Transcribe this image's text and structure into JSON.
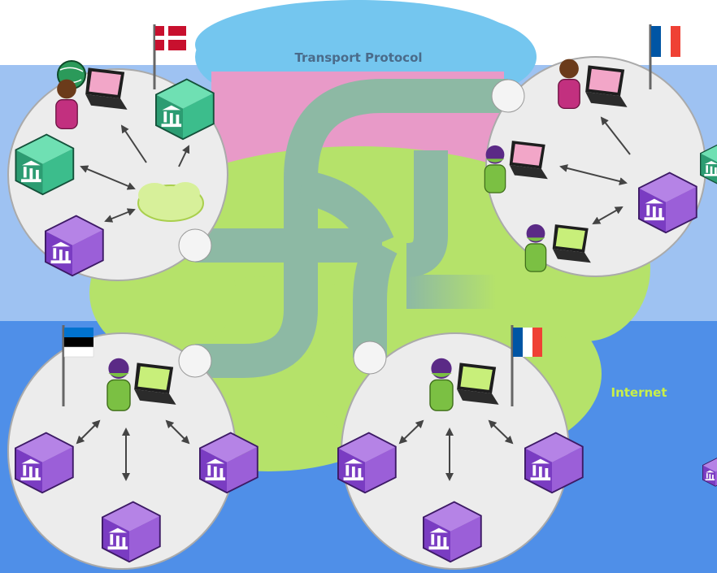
{
  "labels": {
    "transport": "Transport Protocol",
    "internet": "Internet"
  },
  "colors": {
    "sky_cloud": "#74c6ef",
    "pink_band": "#e89ac8",
    "green_cloud": "#b5e26a",
    "blue_band": "#4f8fe8",
    "pipe": "#8db9a4",
    "bubble": "#ececec",
    "bank_purple": "#8a4fc9",
    "bank_green": "#39b98a",
    "person_green": "#7bc043",
    "person_magenta": "#c2307f",
    "laptop_screen_pink": "#f2a6c8",
    "laptop_screen_green": "#c8ef7a"
  },
  "flags": [
    "denmark-flag",
    "france-flag",
    "estonia-flag",
    "france-flag"
  ],
  "icons": [
    "globe-icon",
    "person-icon",
    "laptop-icon",
    "bank-icon",
    "cloud-icon",
    "arrow-icon",
    "pipe-icon"
  ]
}
